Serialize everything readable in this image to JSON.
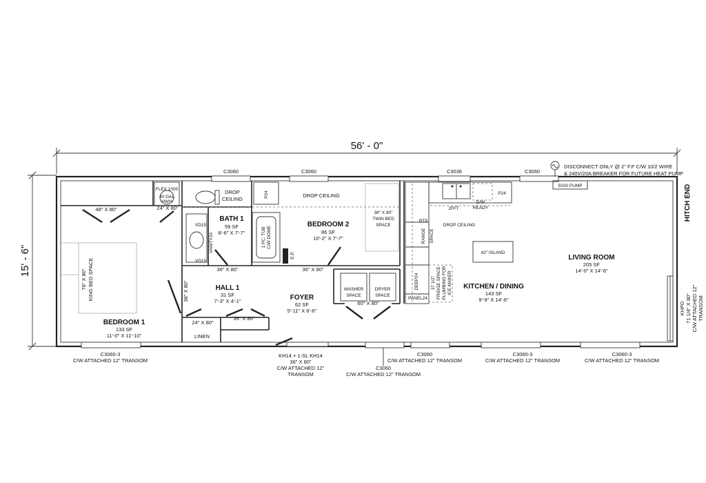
{
  "dimensions": {
    "overall_length": "56' - 0\"",
    "overall_width": "15' - 6\""
  },
  "hitch_end": "HITCH END",
  "disconnect_note": [
    "DISCONNECT ONLY @ 2\" F.F C/W 10/2 WIRE",
    "& 240V/20A BREAKER FOR FUTURE HEAT PUMP"
  ],
  "rooms": {
    "bedroom1": {
      "name": "BEDROOM 1",
      "sf": "133 SF",
      "size": "11'-0\" X 11'-10\""
    },
    "bath1": {
      "name": "BATH 1",
      "sf": "59 SF",
      "size": "8'-6\" X 7'-7\""
    },
    "hall1": {
      "name": "HALL 1",
      "sf": "31 SF",
      "size": "7'-3\" X 4'-1\""
    },
    "foyer": {
      "name": "FOYER",
      "sf": "62 SF",
      "size": "5'-11\" X 6'-6\""
    },
    "bedroom2": {
      "name": "BEDROOM 2",
      "sf": "86 SF",
      "size": "10'-2\" X 7'-7\""
    },
    "kitchen": {
      "name": "KITCHEN / DINING",
      "sf": "143 SF",
      "size": "9'-9\" X 14'-6\""
    },
    "living": {
      "name": "LIVING ROOM",
      "sf": "205 SF",
      "size": "14'-0\" X 14'-6\""
    }
  },
  "windows_top": [
    "C3060",
    "C3060",
    "C3036",
    "C3060"
  ],
  "windows_bottom": {
    "w1": [
      "C3060-3",
      "C/W ATTACHED 12\" TRANSOM"
    ],
    "door": [
      "KH14 + 1-SL KH14",
      "36\" X 80\"",
      "C/W ATTACHED 12\"",
      "TRANSOM"
    ],
    "w2": [
      "C3060",
      "C/W ATTACHED 12\" TRANSOM"
    ],
    "w3": [
      "C3060",
      "C/W ATTACHED 12\" TRANSOM"
    ],
    "w4": [
      "C3060-3",
      "C/W ATTACHED 12\" TRANSOM"
    ],
    "w5": [
      "C3060-3",
      "C/W ATTACHED 12\" TRANSOM"
    ]
  },
  "side_door": [
    "KHPD",
    "71 1/4\" X 80\"",
    "C/W ATTACHED 12\"",
    "TRANSOM"
  ],
  "labels": {
    "closet_48": "48\" X 80\"",
    "closet_24a": "24\" X 80\"",
    "flex": "FLEX 1000",
    "hwh_a": "40 GAL",
    "hwh_b": "HWH",
    "drop_ceiling": "DROP",
    "drop_ceiling_b": "CEILING",
    "p24": "P24",
    "drop_ceiling_long": "DROP CEILING",
    "vd15a": "VD15",
    "vd15b": "VD15",
    "vanity": "VANITY24",
    "tub_a": "1 PC. TUB",
    "tub_b": "C/W DOME",
    "ep": "E.P.",
    "king_a": "76\" X 80\"",
    "king_b": "KING BED SPACE",
    "door36_a": "36\" X 80\"",
    "door36_b": "36\" X 80\"",
    "door36_c": "36\" X 80\"",
    "door36_d": "36\" X 80\"",
    "closet_24b": "24\" X 80\"",
    "linen": "LINEN",
    "twin_a": "38\" X 80\"",
    "twin_b": "TWIN BED",
    "twin_c": "SPACE",
    "washer_a": "WASHER",
    "washer_b": "SPACE",
    "dryer_a": "DRYER",
    "dryer_b": "SPACE",
    "laundry_door": "60\" X 80\"",
    "bt9": "BT9",
    "range_a": "RANGE",
    "range_b": "SPACE",
    "deep": "DEEP24",
    "panel": "PANEL24",
    "fridge_a": "37 1/2\"",
    "fridge_b": "FRIDGE SPACE",
    "fridge_c": "PLUMBING FOR",
    "fridge_d": "ICE MAKER",
    "sink": "2FFT",
    "dw_a": "D/W",
    "dw_b": "READY",
    "p24_kitchen": "P24",
    "kitchen_drop": "DROP CEILING",
    "island": "42\" ISLAND",
    "sssi": "SSSI PUMP"
  }
}
